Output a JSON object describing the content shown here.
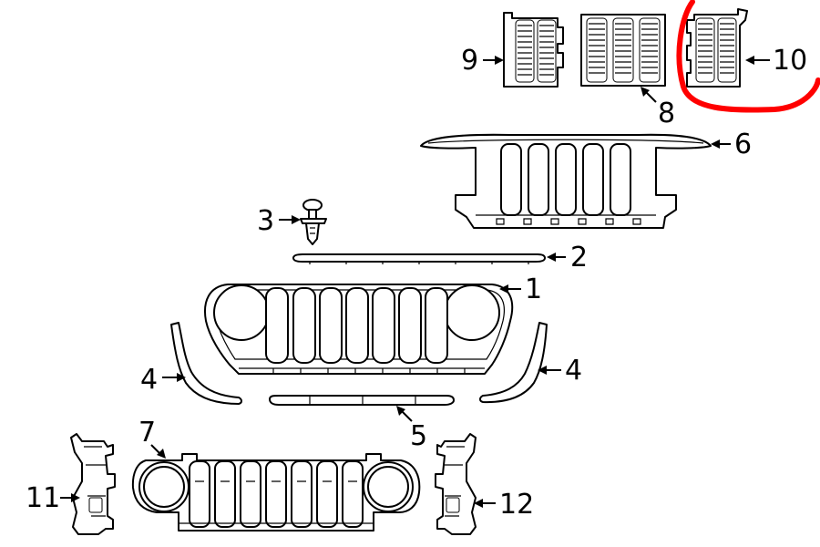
{
  "diagram": {
    "callouts": {
      "p1": "1",
      "p2": "2",
      "p3": "3",
      "p4_left": "4",
      "p4_right": "4",
      "p5": "5",
      "p6": "6",
      "p7": "7",
      "p8": "8",
      "p9": "9",
      "p10": "10",
      "p11": "11",
      "p12": "12"
    },
    "highlight_color": "#ff0000"
  }
}
